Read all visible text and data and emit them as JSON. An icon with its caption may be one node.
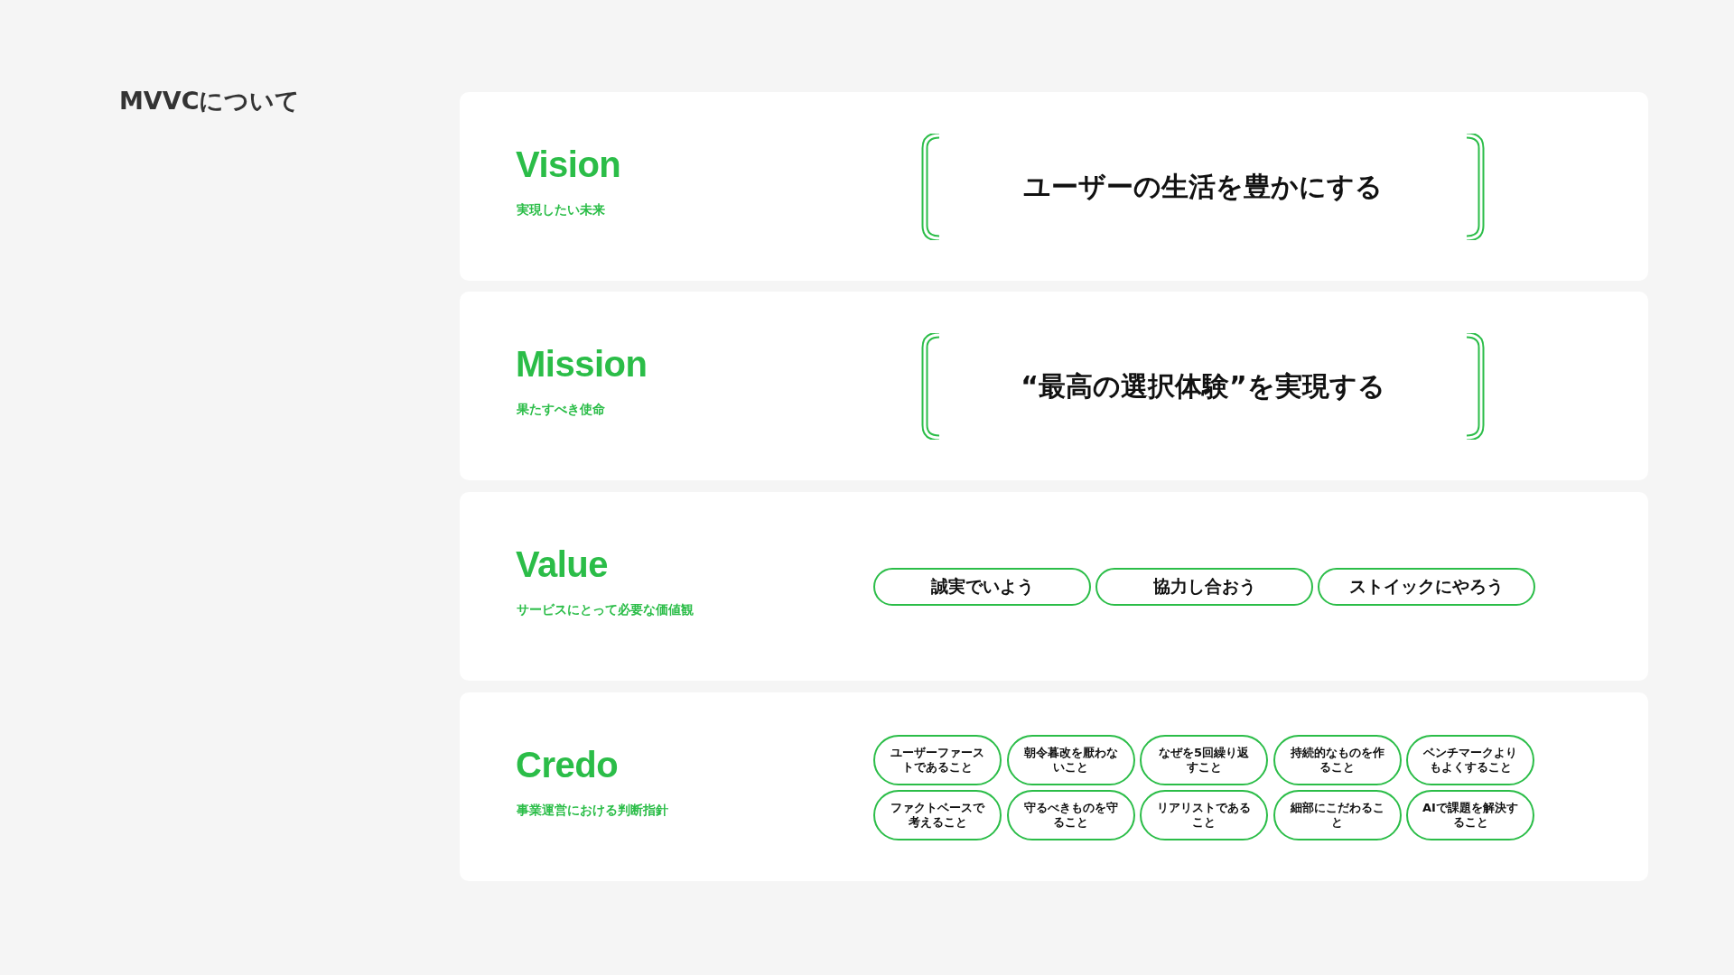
{
  "diagram": {
    "title": "MVVCについて",
    "nodes": [
      {
        "text": [
          "Vision",
          "実現したい未来"
        ]
      },
      {
        "text": [
          "ユーザーの生活を豊かにする"
        ],
        "in": 0
      },
      {
        "text": [
          "Mission",
          "果たすべき使命"
        ]
      },
      {
        "text": [
          "“最高の選択体験”を実現する"
        ],
        "in": 2
      },
      {
        "text": [
          "Value",
          "サービスにとって必要な価値観"
        ]
      },
      {
        "text": [
          "誠実でいよう"
        ],
        "in": 4
      },
      {
        "text": [
          "協力し合おう"
        ],
        "in": 4
      },
      {
        "text": [
          "ストイックにやろう"
        ],
        "in": 4
      },
      {
        "text": [
          "Credo",
          "事業運営における判断指針"
        ]
      },
      {
        "text": [
          "ユーザーファーストであること"
        ],
        "in": 8
      },
      {
        "text": [
          "朝令暮改を厭わないこと"
        ],
        "in": 8
      },
      {
        "text": [
          "なぜを5回繰り返すこと"
        ],
        "in": 8
      },
      {
        "text": [
          "持続的なものを作ること"
        ],
        "in": 8
      },
      {
        "text": [
          "ベンチマークよりもよくすること"
        ],
        "in": 8
      },
      {
        "text": [
          "ファクトベースで考えること"
        ],
        "in": 8
      },
      {
        "text": [
          "守るべきものを守ること"
        ],
        "in": 8
      },
      {
        "text": [
          "リアリストであること"
        ],
        "in": 8
      },
      {
        "text": [
          "細部にこだわること"
        ],
        "in": 8
      },
      {
        "text": [
          "AIで課題を解決すること"
        ],
        "in": 8
      }
    ]
  }
}
